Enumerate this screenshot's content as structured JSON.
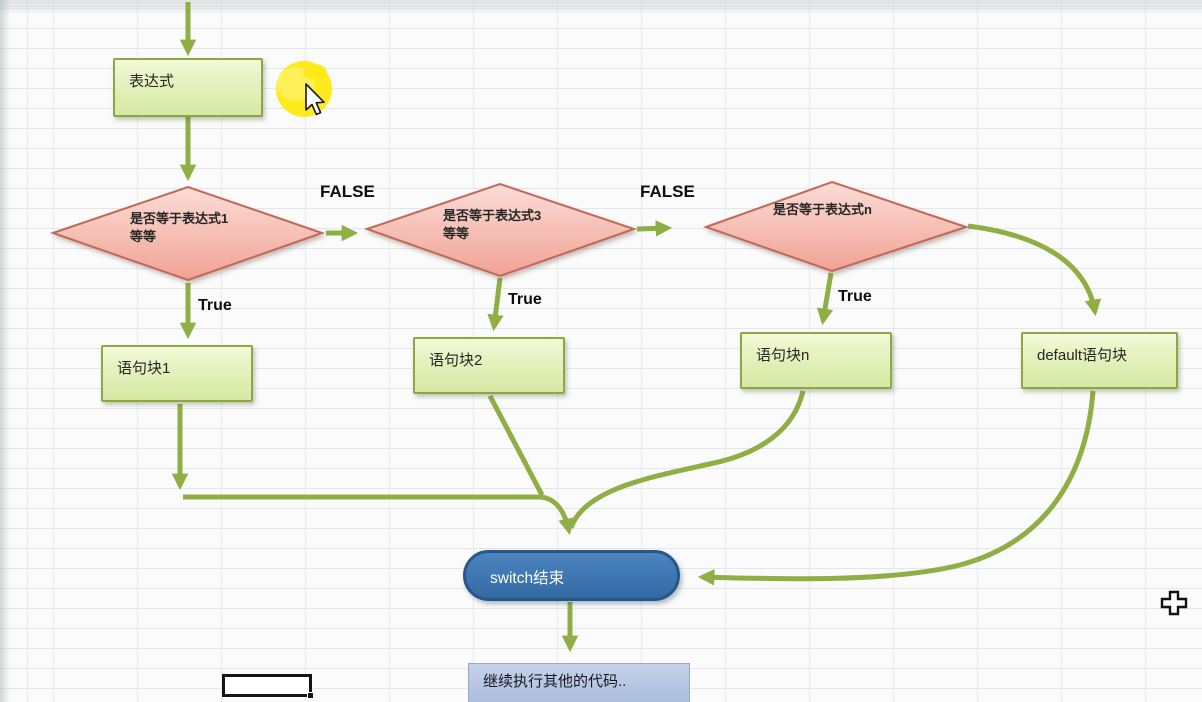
{
  "flowchart": {
    "nodes": {
      "expression": {
        "label": "表达式"
      },
      "decision1": {
        "line1": "是否等于表达式1",
        "line2": "等等"
      },
      "decision2": {
        "line1": "是否等于表达式3",
        "line2": "等等"
      },
      "decision3": {
        "line1": "是否等于表达式n",
        "line2": ""
      },
      "block1": {
        "label": "语句块1"
      },
      "block2": {
        "label": "语句块2"
      },
      "blockN": {
        "label": "语句块n"
      },
      "defaultBlock": {
        "label": "default语句块"
      },
      "switchEnd": {
        "label": "switch结束"
      },
      "continueNote": {
        "label": "继续执行其他的代码.."
      }
    },
    "edge_labels": {
      "false1": "FALSE",
      "false2": "FALSE",
      "true1": "True",
      "true2": "True",
      "true3": "True"
    },
    "colors": {
      "arrow_green": "#8fae44",
      "process_border": "#8ca748",
      "process_fill_top": "#f3f9d8",
      "process_fill_bottom": "#d6e9a3",
      "decision_border": "#c0685a",
      "decision_fill_top": "#fbddd7",
      "decision_fill_bottom": "#f1a294",
      "terminator_fill": "#3d76b1",
      "terminator_border": "#27568c",
      "note_fill": "#b3c3e2",
      "highlight_yellow": "#ffe813",
      "grid_line": "#e3e7ea"
    },
    "icons": {
      "mouse_cursor": "arrow-pointer-icon",
      "cell_cursor": "plus-cross-icon"
    }
  }
}
